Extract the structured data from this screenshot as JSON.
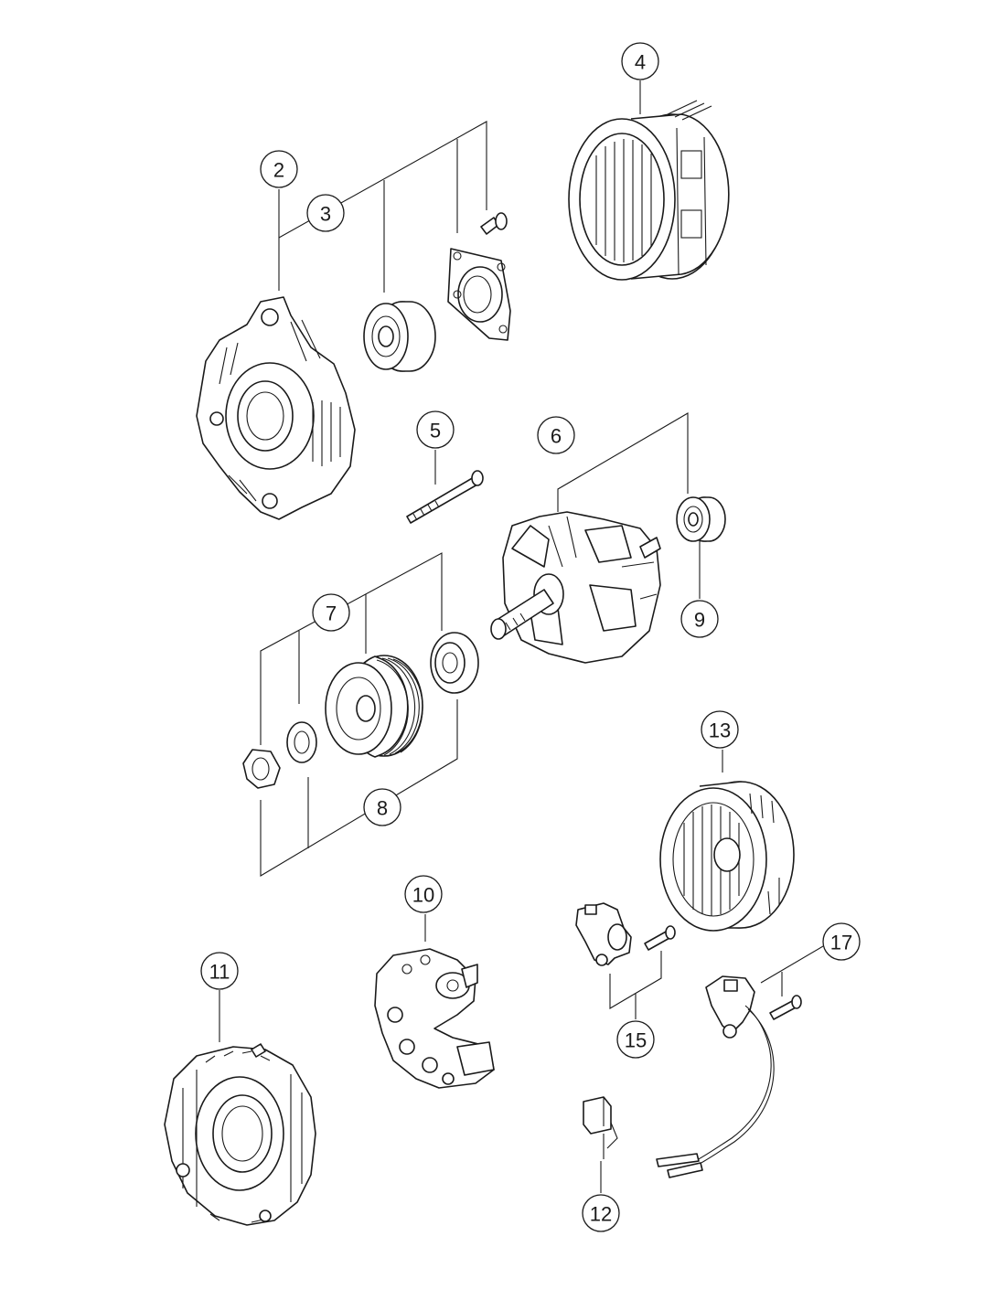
{
  "callouts": [
    {
      "id": "c2",
      "label": "2"
    },
    {
      "id": "c3",
      "label": "3"
    },
    {
      "id": "c4",
      "label": "4"
    },
    {
      "id": "c5",
      "label": "5"
    },
    {
      "id": "c6",
      "label": "6"
    },
    {
      "id": "c7",
      "label": "7"
    },
    {
      "id": "c8",
      "label": "8"
    },
    {
      "id": "c9",
      "label": "9"
    },
    {
      "id": "c10",
      "label": "10"
    },
    {
      "id": "c11",
      "label": "11"
    },
    {
      "id": "c12",
      "label": "12"
    },
    {
      "id": "c13",
      "label": "13"
    },
    {
      "id": "c15",
      "label": "15"
    },
    {
      "id": "c17",
      "label": "17"
    }
  ],
  "colors": {
    "line": "#1a1a1a",
    "background": "#ffffff"
  }
}
